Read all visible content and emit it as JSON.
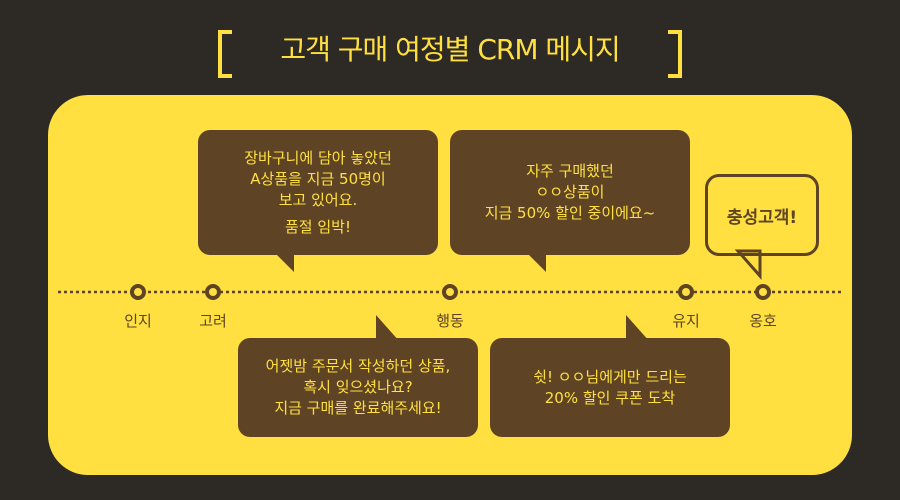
{
  "title": "고객 구매 여정별 CRM 메시지",
  "stages": [
    "인지",
    "고려",
    "행동",
    "유지",
    "옹호"
  ],
  "bubbles": {
    "consider": {
      "lines": [
        "장바구니에 담아 놓았던",
        "A상품을 지금 50명이",
        "보고 있어요."
      ],
      "extra": "품절 임박!"
    },
    "action_top": {
      "lines": [
        "자주 구매했던",
        "ㅇㅇ상품이",
        "지금 50% 할인 중이에요~"
      ]
    },
    "action_bottom": {
      "lines": [
        "어젯밤 주문서 작성하던 상품,",
        "혹시 잊으셨나요?",
        "지금 구매를 완료해주세요!"
      ]
    },
    "retain": {
      "lines": [
        "쉿! ㅇㅇ님에게만 드리는",
        "20% 할인 쿠폰 도착"
      ]
    },
    "advocate": "충성고객!"
  },
  "colors": {
    "bg": "#2d2925",
    "yellow": "#ffe040",
    "brown": "#5e4424"
  }
}
